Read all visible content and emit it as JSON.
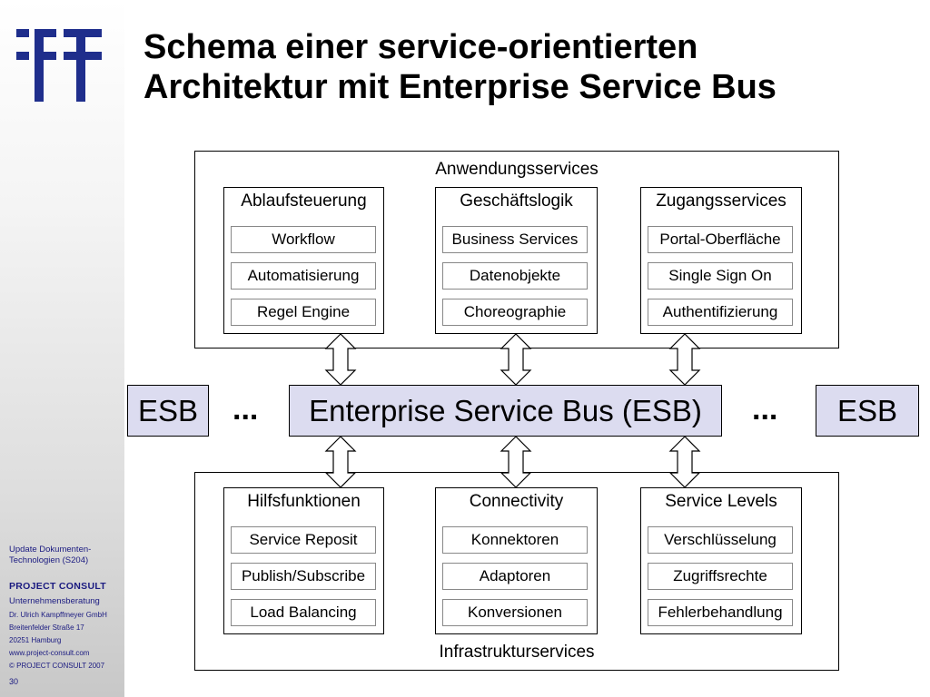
{
  "title": {
    "line1": "Schema einer service-orientierten",
    "line2": "Architektur mit Enterprise Service Bus"
  },
  "sidebar": {
    "logo_icon": "pc-logo-icon",
    "doc_line1": "Update Dokumenten-",
    "doc_line2": "Technologien (S204)",
    "company": "PROJECT   CONSULT",
    "subtitle": "Unternehmensberatung",
    "person": "Dr. Ulrich Kampffmeyer  GmbH",
    "street": "Breitenfelder  Straße 17",
    "city": "20251 Hamburg",
    "web": "www.project-consult.com",
    "copyright": "© PROJECT CONSULT  2007",
    "page": "30"
  },
  "top_layer": {
    "label": "Anwendungsservices",
    "groups": [
      {
        "title": "Ablaufsteuerung",
        "items": [
          "Workflow",
          "Automatisierung",
          "Regel Engine"
        ]
      },
      {
        "title": "Geschäftslogik",
        "items": [
          "Business Services",
          "Datenobjekte",
          "Choreographie"
        ]
      },
      {
        "title": "Zugangsservices",
        "items": [
          "Portal-Oberfläche",
          "Single Sign On",
          "Authentifizierung"
        ]
      }
    ]
  },
  "bus": {
    "left": "ESB",
    "left_dots": "...",
    "center": "Enterprise Service Bus (ESB)",
    "right_dots": "...",
    "right": "ESB"
  },
  "bottom_layer": {
    "label": "Infrastrukturservices",
    "groups": [
      {
        "title": "Hilfsfunktionen",
        "items": [
          "Service Reposit",
          "Publish/Subscribe",
          "Load Balancing"
        ]
      },
      {
        "title": "Connectivity",
        "items": [
          "Konnektoren",
          "Adaptoren",
          "Konversionen"
        ]
      },
      {
        "title": "Service Levels",
        "items": [
          "Verschlüsselung",
          "Zugriffsrechte",
          "Fehlerbehandlung"
        ]
      }
    ]
  },
  "colors": {
    "bus_fill": "#dcdcf0",
    "logo_blue": "#1f2e8c",
    "sidebar_text": "#1a1a80"
  }
}
